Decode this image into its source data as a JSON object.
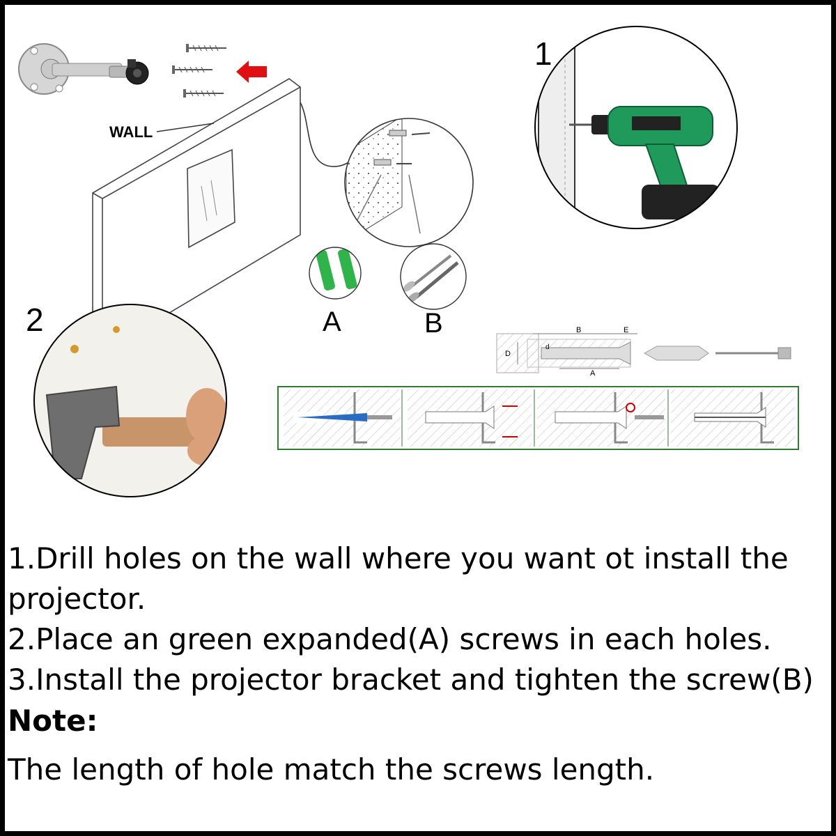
{
  "diagram": {
    "wall_label": "WALL",
    "callout_1": "1",
    "callout_2": "2",
    "part_a_label": "A",
    "part_b_label": "B",
    "dim_b": "B",
    "dim_e": "E",
    "dim_d": "D",
    "dim_d_small": "d",
    "dim_a": "A",
    "colors": {
      "plug_green": "#2fb34a",
      "drill_green": "#1f9a5a",
      "arrow_red": "#e01010",
      "panel_border": "#2e7d32"
    },
    "icons": [
      "bracket-icon",
      "screw-icon",
      "drill-icon",
      "hammer-icon",
      "wall-plug-icon"
    ]
  },
  "instructions": {
    "step1": "1.Drill holes on the wall where you want ot install the projector.",
    "step2": "2.Place an green expanded(A) screws in each holes.",
    "step3": "3.Install the projector bracket and tighten the screw(B)",
    "note_label": "Note:",
    "note_text": "The length of hole match the screws length."
  }
}
